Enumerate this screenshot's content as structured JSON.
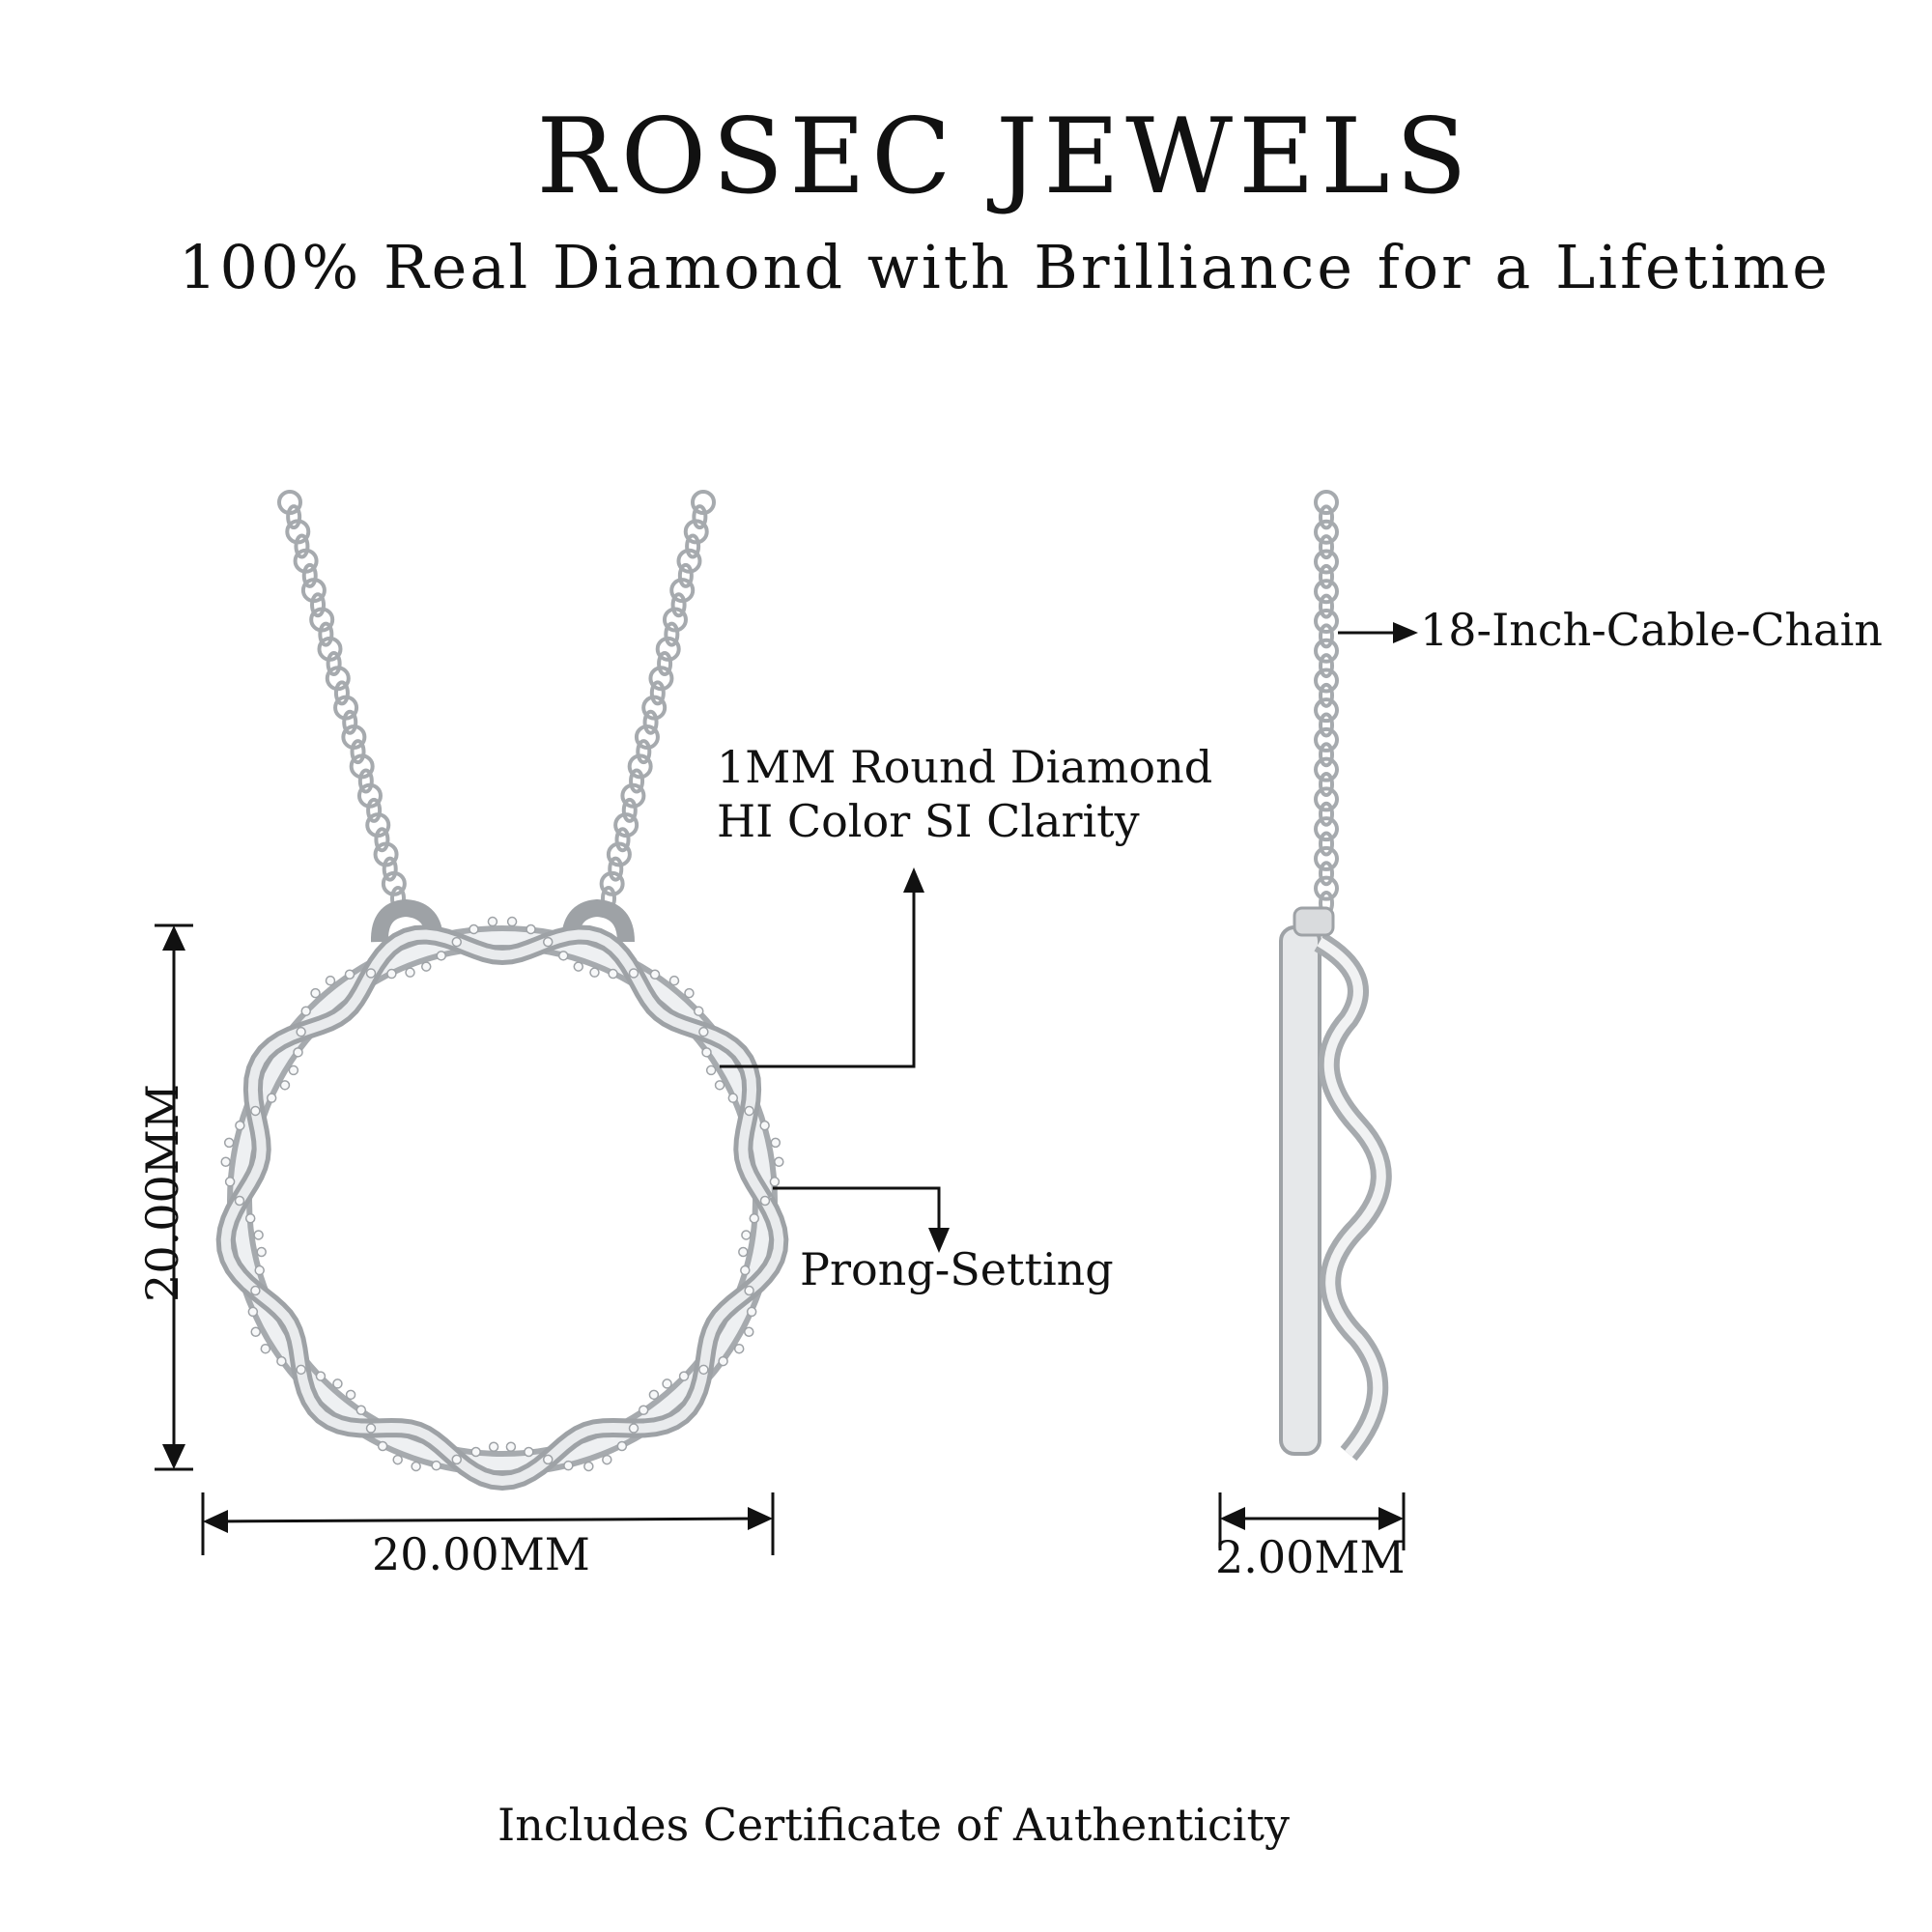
{
  "header": {
    "brand": "ROSEC JEWELS",
    "tagline": "100% Real Diamond with Brilliance for a Lifetime"
  },
  "annotations": {
    "diamond_line1": "1MM Round Diamond",
    "diamond_line2": "HI Color SI Clarity",
    "prong": "Prong-Setting",
    "chain": "18-Inch-Cable-Chain"
  },
  "dimensions": {
    "height": "20.00MM",
    "width": "20.00MM",
    "depth": "2.00MM"
  },
  "footer": {
    "certificate": "Includes Certificate of Authenticity"
  },
  "colors": {
    "metal": "#d9dbdd",
    "metal_shadow": "#9ea2a6",
    "line": "#111111",
    "background": "#ffffff"
  }
}
